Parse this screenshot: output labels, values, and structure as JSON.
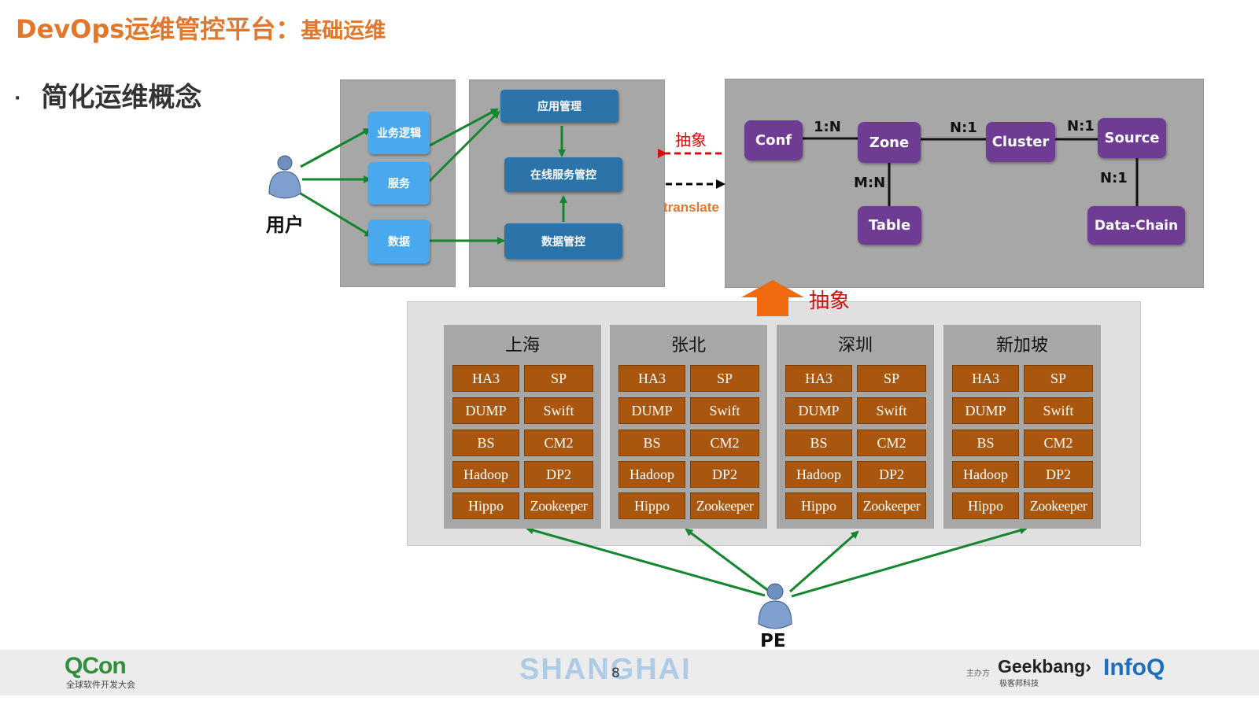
{
  "header": {
    "title": "DevOps运维管控平台：",
    "subtitle": "基础运维"
  },
  "bullet": "简化运维概念",
  "user_label": "用户",
  "pe_label": "PE",
  "services": [
    "业务逻辑",
    "服务",
    "数据"
  ],
  "mgmt": {
    "app": "应用管理",
    "online": "在线服务管控",
    "data": "数据管控"
  },
  "abstract_label": "抽象",
  "translate_label": "translate",
  "er": {
    "conf": "Conf",
    "zone": "Zone",
    "cluster": "Cluster",
    "source": "Source",
    "table": "Table",
    "datachain": "Data-Chain",
    "rel_conf_zone": "1:N",
    "rel_zone_cluster": "N:1",
    "rel_cluster_source": "N:1",
    "rel_zone_table": "M:N",
    "rel_source_chain": "N:1"
  },
  "abstract_up_label": "抽象",
  "regions": [
    {
      "name": "上海",
      "cells": [
        "HA3",
        "SP",
        "DUMP",
        "Swift",
        "BS",
        "CM2",
        "Hadoop",
        "DP2",
        "Hippo",
        "Zookeeper"
      ]
    },
    {
      "name": "张北",
      "cells": [
        "HA3",
        "SP",
        "DUMP",
        "Swift",
        "BS",
        "CM2",
        "Hadoop",
        "DP2",
        "Hippo",
        "Zookeeper"
      ]
    },
    {
      "name": "深圳",
      "cells": [
        "HA3",
        "SP",
        "DUMP",
        "Swift",
        "BS",
        "CM2",
        "Hadoop",
        "DP2",
        "Hippo",
        "Zookeeper"
      ]
    },
    {
      "name": "新加坡",
      "cells": [
        "HA3",
        "SP",
        "DUMP",
        "Swift",
        "BS",
        "CM2",
        "Hadoop",
        "DP2",
        "Hippo",
        "Zookeeper"
      ]
    }
  ],
  "footer": {
    "qcon": "QCon",
    "qcon_sub": "全球软件开发大会",
    "watermark": "SHANGHAI",
    "page": "8",
    "host": "主办方",
    "geekbang": "Geekbang›",
    "geekbang_sub": "极客邦科技",
    "infoq": "InfoQ"
  },
  "colors": {
    "accent": "#e2772b",
    "purple": "#6e3d93",
    "brown": "#a9570e",
    "green": "#14862e",
    "blue": "#4aa9ee"
  }
}
